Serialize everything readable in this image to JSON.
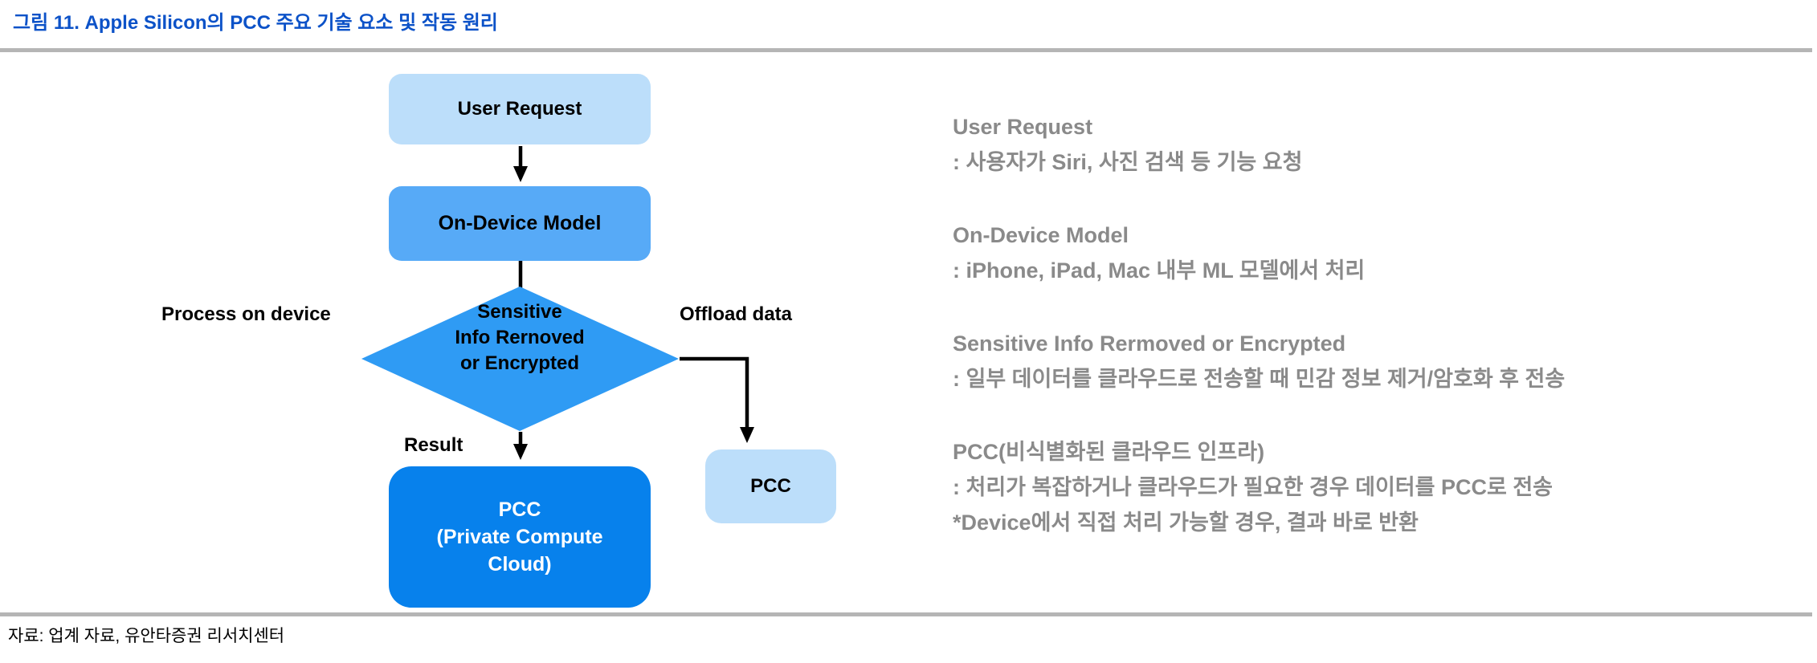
{
  "title": "그림 11. Apple Silicon의 PCC 주요 기술 요소 및 작동 원리",
  "colors": {
    "title_blue": "#0C52C8",
    "light_blue": "#BCDEFA",
    "medium_blue": "#57AAF7",
    "bright_blue": "#2F9BF4",
    "strong_blue": "#0781EC",
    "panel_gray": "#8A8A8A",
    "divider_gray": "#B5B5B5",
    "arrow_black": "#000000"
  },
  "flowchart": {
    "nodes": {
      "user_request": "User Request",
      "on_device_model": "On-Device Model",
      "decision": {
        "line1": "Sensitive",
        "line2": "Info Rernoved",
        "line3": "or Encrypted"
      },
      "pcc_main": {
        "line1": "PCC",
        "line2": "(Private Compute",
        "line3": "Cloud)"
      },
      "pcc_small": "PCC"
    },
    "edge_labels": {
      "process_on_device": "Process on device",
      "offload_data": "Offload data",
      "result": "Result"
    }
  },
  "panel": {
    "blocks": [
      {
        "title": "User Request",
        "line1": ": 사용자가 Siri, 사진 검색 등 기능 요청",
        "line2": ""
      },
      {
        "title": "On-Device Model",
        "line1": ": iPhone, iPad, Mac 내부 ML 모델에서 처리",
        "line2": ""
      },
      {
        "title": "Sensitive Info Rermoved or Encrypted",
        "line1": ": 일부 데이터를 클라우드로 전송할 때 민감 정보 제거/암호화 후 전송",
        "line2": ""
      },
      {
        "title": "PCC(비식별화된 클라우드 인프라)",
        "line1": ": 처리가 복잡하거나 클라우드가 필요한 경우 데이터를 PCC로 전송",
        "line2": "*Device에서 직접 처리 가능할 경우, 결과 바로 반환"
      }
    ]
  },
  "footer": {
    "source": "자료: 업계 자료, 유안타증권 리서치센터"
  }
}
